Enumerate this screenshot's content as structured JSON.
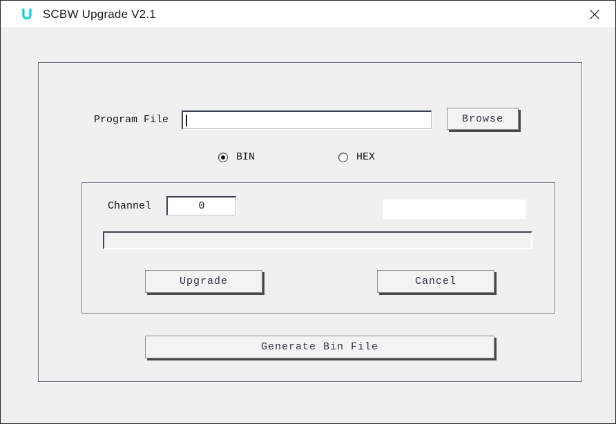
{
  "window": {
    "logo": "U",
    "title": "SCBW Upgrade V2.1"
  },
  "colors": {
    "logo_cyan": "#00d2e6",
    "background": "#f0f0f0",
    "titlebar": "#ffffff",
    "button_shadow": "#484848"
  },
  "form": {
    "program_file": {
      "label": "Program File",
      "value": "",
      "browse_label": "Browse"
    },
    "radios": [
      {
        "label": "BIN",
        "selected": true
      },
      {
        "label": "HEX",
        "selected": false
      }
    ],
    "channel": {
      "label": "Channel",
      "value": "0"
    },
    "status_value": "",
    "progress": {
      "percent": 0
    },
    "buttons": {
      "upgrade": "Upgrade",
      "cancel": "Cancel",
      "generate": "Generate Bin File"
    }
  }
}
